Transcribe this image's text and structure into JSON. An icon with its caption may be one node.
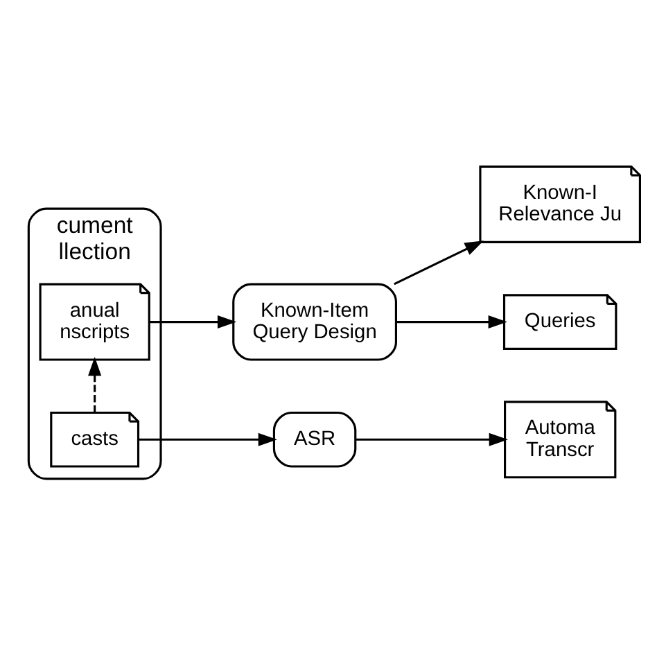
{
  "diagram": {
    "nodes": [
      {
        "text": [
          "cument llection"
        ]
      },
      {
        "text": [
          "casts"
        ],
        "in": 0
      },
      {
        "text": [
          "anual nscripts"
        ],
        "in": 0
      },
      {
        "text": [
          "ASR"
        ]
      },
      {
        "text": [
          "Automa Transcr"
        ]
      },
      {
        "text": [
          "Known-Item Query Design"
        ]
      },
      {
        "text": [
          "Queries"
        ]
      },
      {
        "text": [
          "Known-I Relevance Ju"
        ]
      }
    ],
    "edges": [
      {
        "from": 1,
        "to": 3,
        "arrow": "to"
      },
      {
        "from": 1,
        "to": 2,
        "arrow": "to",
        "style": "dashed"
      },
      {
        "from": 2,
        "to": 5,
        "arrow": "to"
      },
      {
        "from": 3,
        "to": 4,
        "arrow": "to"
      },
      {
        "from": 5,
        "to": 6,
        "arrow": "to"
      },
      {
        "from": 5,
        "to": 7,
        "arrow": "to"
      }
    ]
  }
}
